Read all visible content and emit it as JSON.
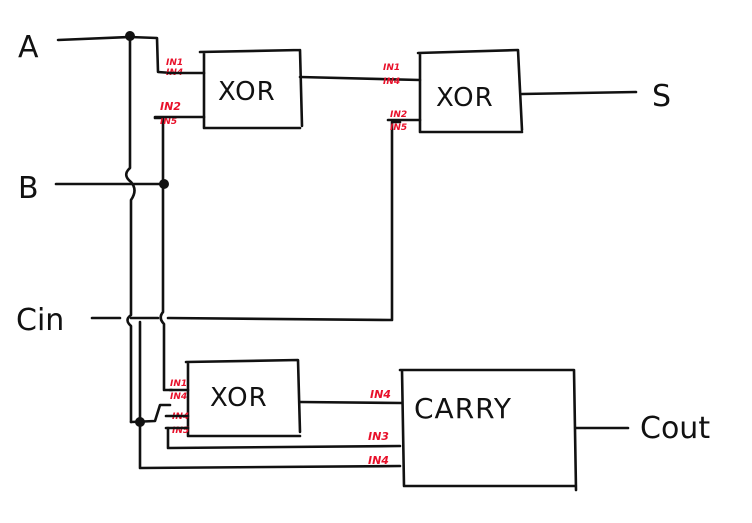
{
  "inputs": {
    "a": "A",
    "b": "B",
    "cin": "Cin"
  },
  "outputs": {
    "s": "S",
    "cout": "Cout"
  },
  "gates": {
    "xor1": {
      "label": "XOR",
      "pins": [
        "IN1",
        "IN4",
        "IN2",
        "IN5"
      ]
    },
    "xor2": {
      "label": "XOR",
      "pins": [
        "IN1",
        "IN4",
        "IN2",
        "IN5"
      ]
    },
    "xor3": {
      "label": "XOR",
      "pins": [
        "IN1",
        "IN4",
        "IN4",
        "IN5"
      ]
    },
    "carry": {
      "label": "CARRY",
      "pins": [
        "IN4",
        "IN3",
        "IN4"
      ]
    }
  },
  "colors": {
    "ink": "#111111",
    "pin_labels": "#e8102a"
  }
}
